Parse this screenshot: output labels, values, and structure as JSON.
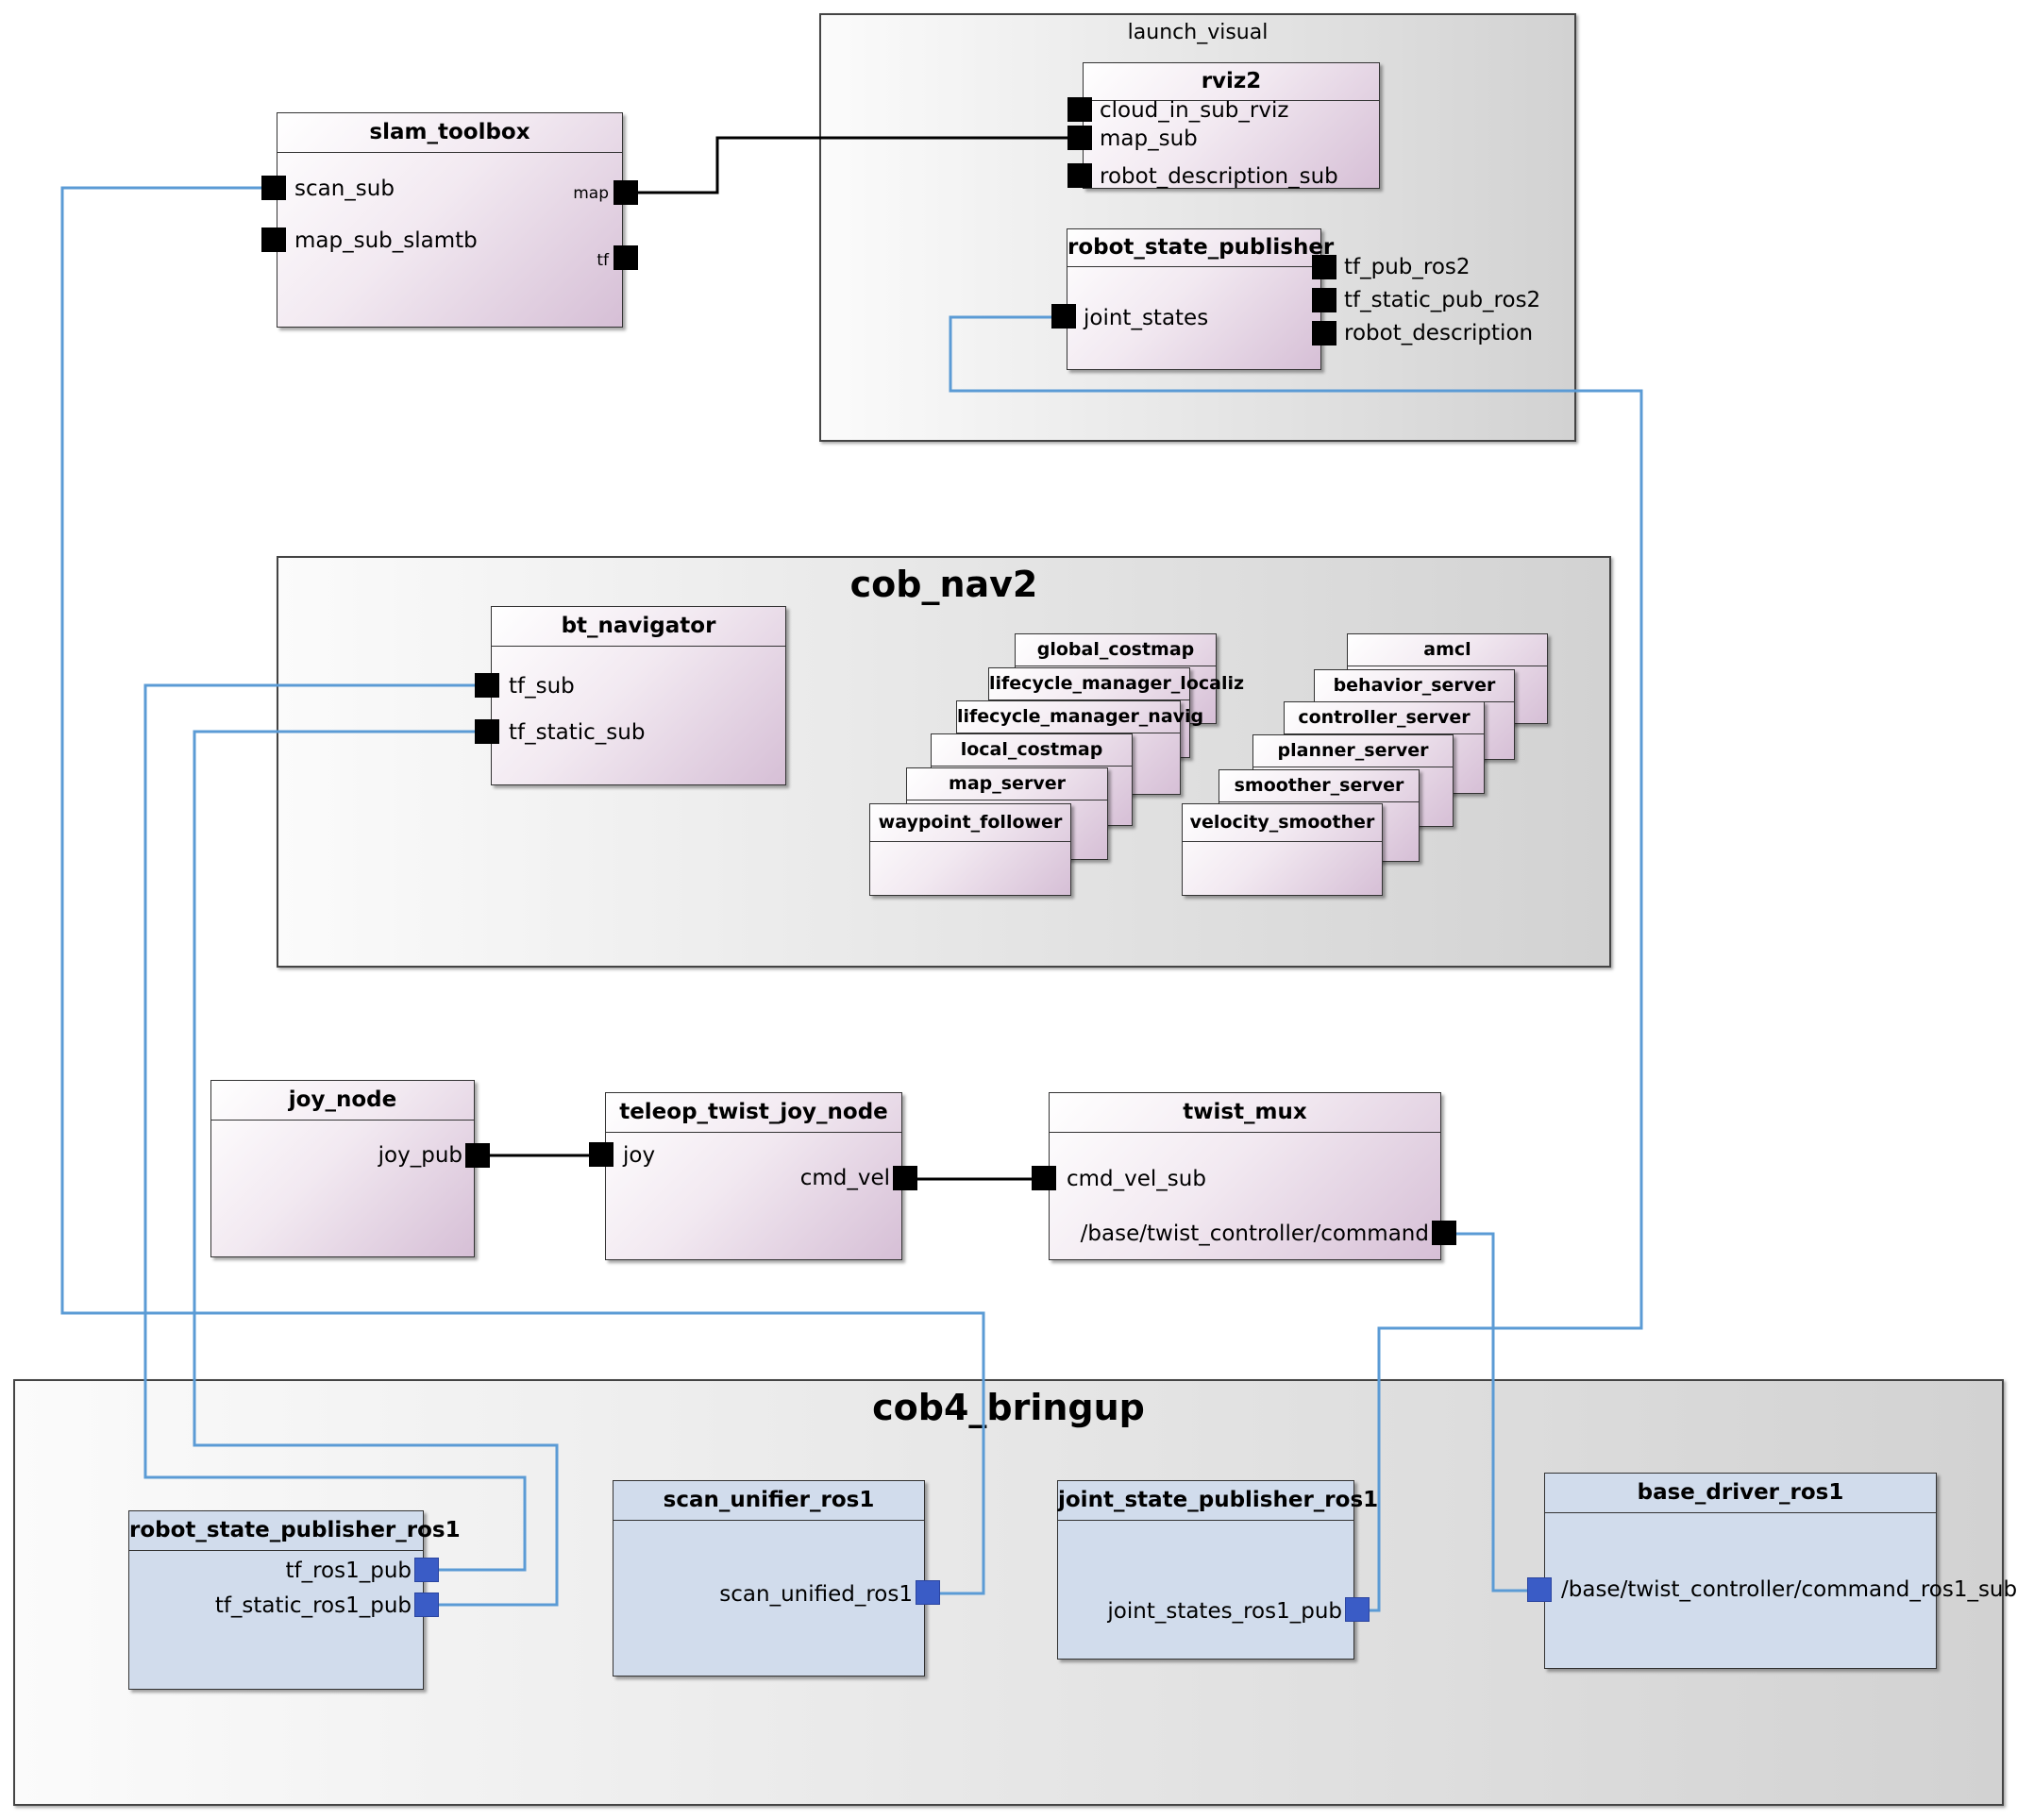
{
  "groups": {
    "launch_visual": "launch_visual",
    "cob_nav2": "cob_nav2",
    "cob4_bringup": "cob4_bringup"
  },
  "nodes": {
    "slam_toolbox": {
      "title": "slam_toolbox",
      "ports": {
        "scan_sub": "scan_sub",
        "map_sub_slamtb": "map_sub_slamtb",
        "map": "map",
        "tf": "tf"
      }
    },
    "rviz2": {
      "title": "rviz2",
      "ports": {
        "cloud_in_sub_rviz": "cloud_in_sub_rviz",
        "map_sub": "map_sub",
        "robot_description_sub": "robot_description_sub"
      }
    },
    "robot_state_publisher": {
      "title": "robot_state_publisher",
      "ports": {
        "joint_states": "joint_states",
        "tf_pub_ros2": "tf_pub_ros2",
        "tf_static_pub_ros2": "tf_static_pub_ros2",
        "robot_description": "robot_description"
      }
    },
    "bt_navigator": {
      "title": "bt_navigator",
      "ports": {
        "tf_sub": "tf_sub",
        "tf_static_sub": "tf_static_sub"
      }
    },
    "stack_left": [
      "global_costmap",
      "lifecycle_manager_localiz",
      "lifecycle_manager_navig",
      "local_costmap",
      "map_server",
      "waypoint_follower"
    ],
    "stack_right": [
      "amcl",
      "behavior_server",
      "controller_server",
      "planner_server",
      "smoother_server",
      "velocity_smoother"
    ],
    "joy_node": {
      "title": "joy_node",
      "ports": {
        "joy_pub": "joy_pub"
      }
    },
    "teleop_twist_joy_node": {
      "title": "teleop_twist_joy_node",
      "ports": {
        "joy": "joy",
        "cmd_vel": "cmd_vel"
      }
    },
    "twist_mux": {
      "title": "twist_mux",
      "ports": {
        "cmd_vel_sub": "cmd_vel_sub",
        "command": "/base/twist_controller/command"
      }
    },
    "robot_state_publisher_ros1": {
      "title": "robot_state_publisher_ros1",
      "ports": {
        "tf_ros1_pub": "tf_ros1_pub",
        "tf_static_ros1_pub": "tf_static_ros1_pub"
      }
    },
    "scan_unifier_ros1": {
      "title": "scan_unifier_ros1",
      "ports": {
        "scan_unified_ros1": "scan_unified_ros1"
      }
    },
    "joint_state_publisher_ros1": {
      "title": "joint_state_publisher_ros1",
      "ports": {
        "joint_states_ros1_pub": "joint_states_ros1_pub"
      }
    },
    "base_driver_ros1": {
      "title": "base_driver_ros1",
      "ports": {
        "command_ros1_sub": "/base/twist_controller/command_ros1_sub"
      }
    }
  },
  "colors": {
    "ros2_node": "#e8d8e8",
    "ros1_node": "#d1dcec",
    "ros2_port": "#000000",
    "ros1_port": "#3a5cc6",
    "ros2_wire": "#000000",
    "bridge_wire": "#5b9bd5"
  }
}
